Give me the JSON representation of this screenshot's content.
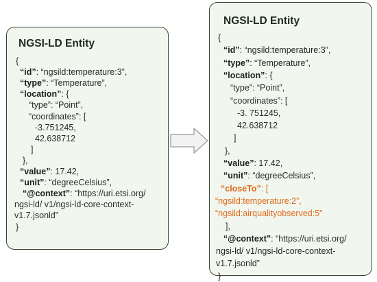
{
  "left": {
    "title": "NGSI-LD Entity",
    "lines": [
      {
        "pre": "{"
      },
      {
        "key": "“id”",
        "post": ": “ngsild:temperature:3”,"
      },
      {
        "key": "“type”",
        "post": ": “Temperature”,"
      },
      {
        "key": "“location”",
        "post": ": {"
      },
      {
        "pre": "“type”: “Point”,"
      },
      {
        "pre": "“coordinates”: ["
      },
      {
        "pre": "-3.751245,"
      },
      {
        "pre": "42.638712"
      },
      {
        "pre": "]"
      },
      {
        "pre": "},"
      },
      {
        "key": "“value”",
        "post": ": 17.42,"
      },
      {
        "key": "“unit”",
        "post": ": “degreeCelsius”,"
      },
      {
        "key": "“@context”",
        "post": ": “https://uri.etsi.org/"
      },
      {
        "pre": "ngsi-ld/ v1/ngsi-ld-core-context-"
      },
      {
        "pre": "v1.7.jsonld”"
      },
      {
        "pre": "}"
      }
    ]
  },
  "right": {
    "title": "NGSI-LD Entity",
    "lines": [
      {
        "pre": "{"
      },
      {
        "key": "“id”",
        "post": ": “ngsild:temperature:3”,"
      },
      {
        "key": "“type”",
        "post": ": “Temperature”,"
      },
      {
        "key": "“location”",
        "post": ": {"
      },
      {
        "pre": "“type”: “Point”,"
      },
      {
        "pre": "“coordinates”: ["
      },
      {
        "pre": "-3. 751245,"
      },
      {
        "pre": "42.638712"
      },
      {
        "pre": "]"
      },
      {
        "pre": "},"
      },
      {
        "key": "“value”",
        "post": ": 17.42,"
      },
      {
        "key": "“unit”",
        "post": ": “degreeCelsius”,"
      },
      {
        "key": "“closeTo”",
        "post": ": [",
        "highlight": true
      },
      {
        "pre": "“ngsild:temperature:2”,",
        "highlight": true
      },
      {
        "pre": "“ngsild:airqualityobserved:5”",
        "highlight": true
      },
      {
        "pre": "],"
      },
      {
        "key": "“@context”",
        "post": ": “https://uri.etsi.org/"
      },
      {
        "pre": "ngsi-ld/ v1/ngsi-ld-core-context-"
      },
      {
        "pre": "v1.7.jsonld”"
      },
      {
        "pre": "}"
      }
    ]
  },
  "colors": {
    "card_bg": "#f1f6ee",
    "card_border": "#3a4535",
    "highlight": "#e06a1a",
    "arrow_fill": "#f2f2f2",
    "arrow_stroke": "#9a9a9a"
  }
}
